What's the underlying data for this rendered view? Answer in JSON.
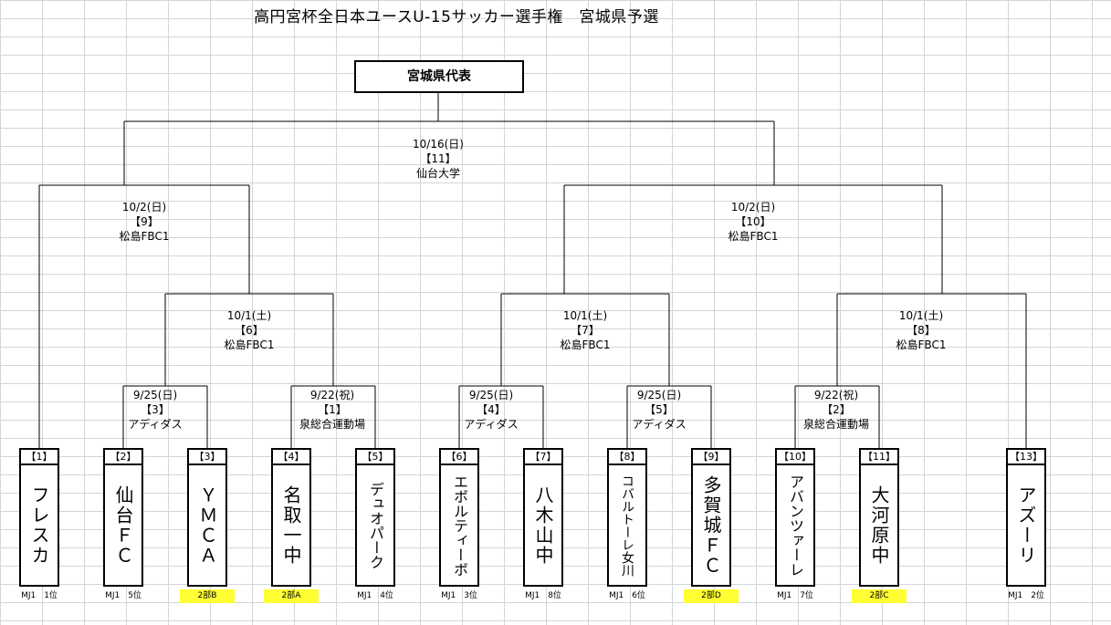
{
  "title": "高円宮杯全日本ユースU-15サッカー選手権　宮城県予選",
  "champion": "宮城県代表",
  "matches": [
    {
      "date": "10/16(日)",
      "num": "【11】",
      "venue": "仙台大学"
    },
    {
      "date": "10/2(日)",
      "num": "【9】",
      "venue": "松島FBC1"
    },
    {
      "date": "10/2(日)",
      "num": "【10】",
      "venue": "松島FBC1"
    },
    {
      "date": "10/1(土)",
      "num": "【6】",
      "venue": "松島FBC1"
    },
    {
      "date": "10/1(土)",
      "num": "【7】",
      "venue": "松島FBC1"
    },
    {
      "date": "10/1(土)",
      "num": "【8】",
      "venue": "松島FBC1"
    },
    {
      "date": "9/25(日)",
      "num": "【3】",
      "venue": "アディダス"
    },
    {
      "date": "9/22(祝)",
      "num": "【1】",
      "venue": "泉総合運動場"
    },
    {
      "date": "9/25(日)",
      "num": "【4】",
      "venue": "アディダス"
    },
    {
      "date": "9/25(日)",
      "num": "【5】",
      "venue": "アディダス"
    },
    {
      "date": "9/22(祝)",
      "num": "【2】",
      "venue": "泉総合運動場"
    }
  ],
  "teams": [
    {
      "seed": "【1】",
      "name": "フレスカ",
      "rank": "MJ1　1位"
    },
    {
      "seed": "【2】",
      "name": "仙台ＦＣ",
      "rank": "MJ1　5位"
    },
    {
      "seed": "【3】",
      "name": "ＹＭＣＡ",
      "rank": "2部B"
    },
    {
      "seed": "【4】",
      "name": "名取一中",
      "rank": "2部A"
    },
    {
      "seed": "【5】",
      "name": "デュオパーク",
      "rank": "MJ1　4位"
    },
    {
      "seed": "【6】",
      "name": "エボルティーボ",
      "rank": "MJ1　3位"
    },
    {
      "seed": "【7】",
      "name": "八木山中",
      "rank": "MJ1　8位"
    },
    {
      "seed": "【8】",
      "name": "コバルトーレ女川",
      "rank": "MJ1　6位"
    },
    {
      "seed": "【9】",
      "name": "多賀城ＦＣ",
      "rank": "2部D"
    },
    {
      "seed": "【10】",
      "name": "アバンツァーレ",
      "rank": "MJ1　7位"
    },
    {
      "seed": "【11】",
      "name": "大河原中",
      "rank": "2部C"
    },
    {
      "seed": "【13】",
      "name": "アズーリ",
      "rank": "MJ1　2位"
    }
  ],
  "colors": {
    "highlight": "#ffff33",
    "grid": "#cfd6dc"
  }
}
